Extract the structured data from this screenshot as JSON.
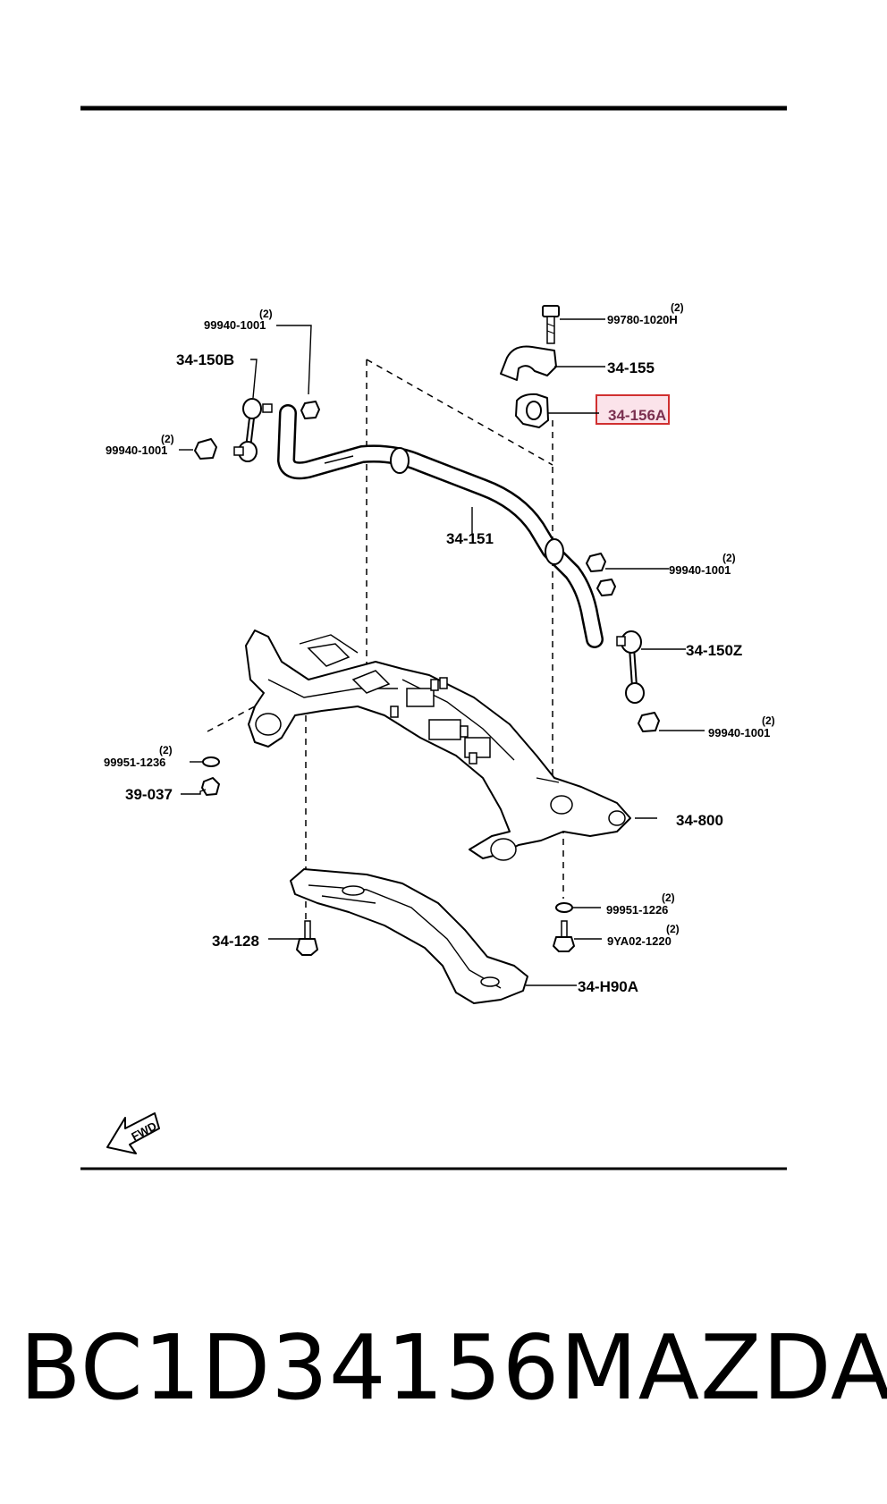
{
  "parts": {
    "p34_150B": "34-150B",
    "p99940_1001_a": "99940-1001",
    "p99940_1001_a_qty": "(2)",
    "p99940_1001_b": "99940-1001",
    "p99940_1001_b_qty": "(2)",
    "p99780_1020H": "99780-1020H",
    "p99780_1020H_qty": "(2)",
    "p34_155": "34-155",
    "p34_156A": "34-156A",
    "p34_151": "34-151",
    "p99940_1001_c": "99940-1001",
    "p99940_1001_c_qty": "(2)",
    "p34_150Z": "34-150Z",
    "p99940_1001_d": "99940-1001",
    "p99940_1001_d_qty": "(2)",
    "p99951_1236": "99951-1236",
    "p99951_1236_qty": "(2)",
    "p39_037": "39-037",
    "p34_800": "34-800",
    "p99951_1226": "99951-1226",
    "p99951_1226_qty": "(2)",
    "p9YA02_1220": "9YA02-1220",
    "p9YA02_1220_qty": "(2)",
    "p34_128": "34-128",
    "p34_H90A": "34-H90A"
  },
  "fwd_label": "FWD",
  "footer": {
    "part_number": "BC1D34156",
    "brand": "MAZDA"
  },
  "colors": {
    "highlight_border": "#d03030",
    "highlight_fill": "#fbe3ea"
  }
}
